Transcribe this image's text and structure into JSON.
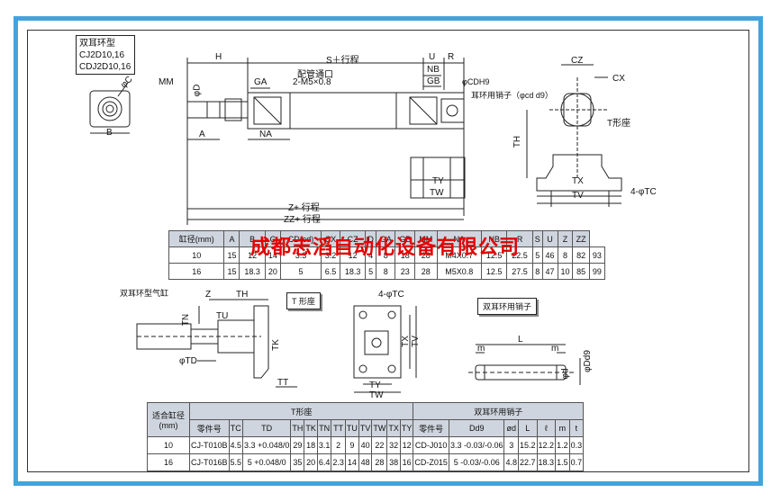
{
  "watermark": "成都志滔自动化设备有限公司",
  "model_box": {
    "line1": "双耳环型",
    "line2": "CJ2D10,16",
    "line3": "CDJ2D10,16"
  },
  "dims": {
    "H": "H",
    "S": "S＋行程",
    "U": "U",
    "R": "R",
    "NB": "NB",
    "GB": "GB",
    "MM": "MM",
    "GA": "GA",
    "port": "配管通口",
    "port_size": "2-M5×0.8",
    "D": "φD",
    "C": "φC",
    "B": "B",
    "A": "A",
    "NA": "NA",
    "CD": "φCDH9",
    "pin": "耳环用销子（φcd d9）",
    "CZ": "CZ",
    "CX": "CX",
    "TH": "TH",
    "Tbase": "T形座",
    "TY": "TY",
    "TW": "TW",
    "TX": "TX",
    "TV": "TV",
    "TC": "4-φTC",
    "Z": "Z+ 行程",
    "ZZ": "ZZ+ 行程"
  },
  "spec_table": {
    "headers": [
      "缸径(mm)",
      "A",
      "B",
      "C",
      "CD(cd)",
      "CX",
      "CZ",
      "D",
      "GA",
      "GB",
      "MM",
      "NA",
      "NB",
      "R",
      "S",
      "U",
      "Z",
      "ZZ"
    ],
    "rows": [
      [
        "10",
        "15",
        "12",
        "14",
        "3.3",
        "3.2",
        "12",
        "4",
        "8",
        "18",
        "28",
        "M4X0.7",
        "12.5",
        "22.5",
        "5",
        "46",
        "8",
        "82",
        "93"
      ],
      [
        "16",
        "15",
        "18.3",
        "20",
        "5",
        "6.5",
        "18.3",
        "5",
        "8",
        "23",
        "28",
        "M5X0.8",
        "12.5",
        "27.5",
        "8",
        "47",
        "10",
        "85",
        "99"
      ]
    ]
  },
  "lower_drawing": {
    "cyl_label": "双耳环型气缸",
    "Z": "Z",
    "TH": "TH",
    "TN": "TN",
    "TU": "TU",
    "TD": "φTD",
    "TK": "TK",
    "TT": "TT",
    "TC": "4-φTC",
    "TY": "TY",
    "TW": "TW",
    "TX": "TX",
    "TV": "TV",
    "L": "L",
    "m": "m",
    "d": "φd",
    "Dd9": "φDd9"
  },
  "t_tag": "T 形座",
  "pin_tag": "双耳环用销子",
  "bottom_table": {
    "group1": "适合缸径",
    "group1_unit": "(mm)",
    "group2": "T形座",
    "group3": "双耳环用销子",
    "cols": [
      "零件号",
      "TC",
      "TD",
      "TH",
      "TK",
      "TN",
      "TT",
      "TU",
      "TV",
      "TW",
      "TX",
      "TY",
      "零件号",
      "Dd9",
      "ød",
      "L",
      "ℓ",
      "m",
      "t"
    ],
    "rows": [
      [
        "10",
        "CJ-T010B",
        "4.5",
        "3.3 +0.048/0",
        "29",
        "18",
        "3.1",
        "2",
        "9",
        "40",
        "22",
        "32",
        "12",
        "CD-J010",
        "3.3 -0.03/-0.06",
        "3",
        "15.2",
        "12.2",
        "1.2",
        "0.3"
      ],
      [
        "16",
        "CJ-T016B",
        "5.5",
        "5 +0.048/0",
        "35",
        "20",
        "6.4",
        "2.3",
        "14",
        "48",
        "28",
        "38",
        "16",
        "CD-Z015",
        "5 -0.03/-0.06",
        "4.8",
        "22.7",
        "18.3",
        "1.5",
        "0.7"
      ]
    ]
  }
}
